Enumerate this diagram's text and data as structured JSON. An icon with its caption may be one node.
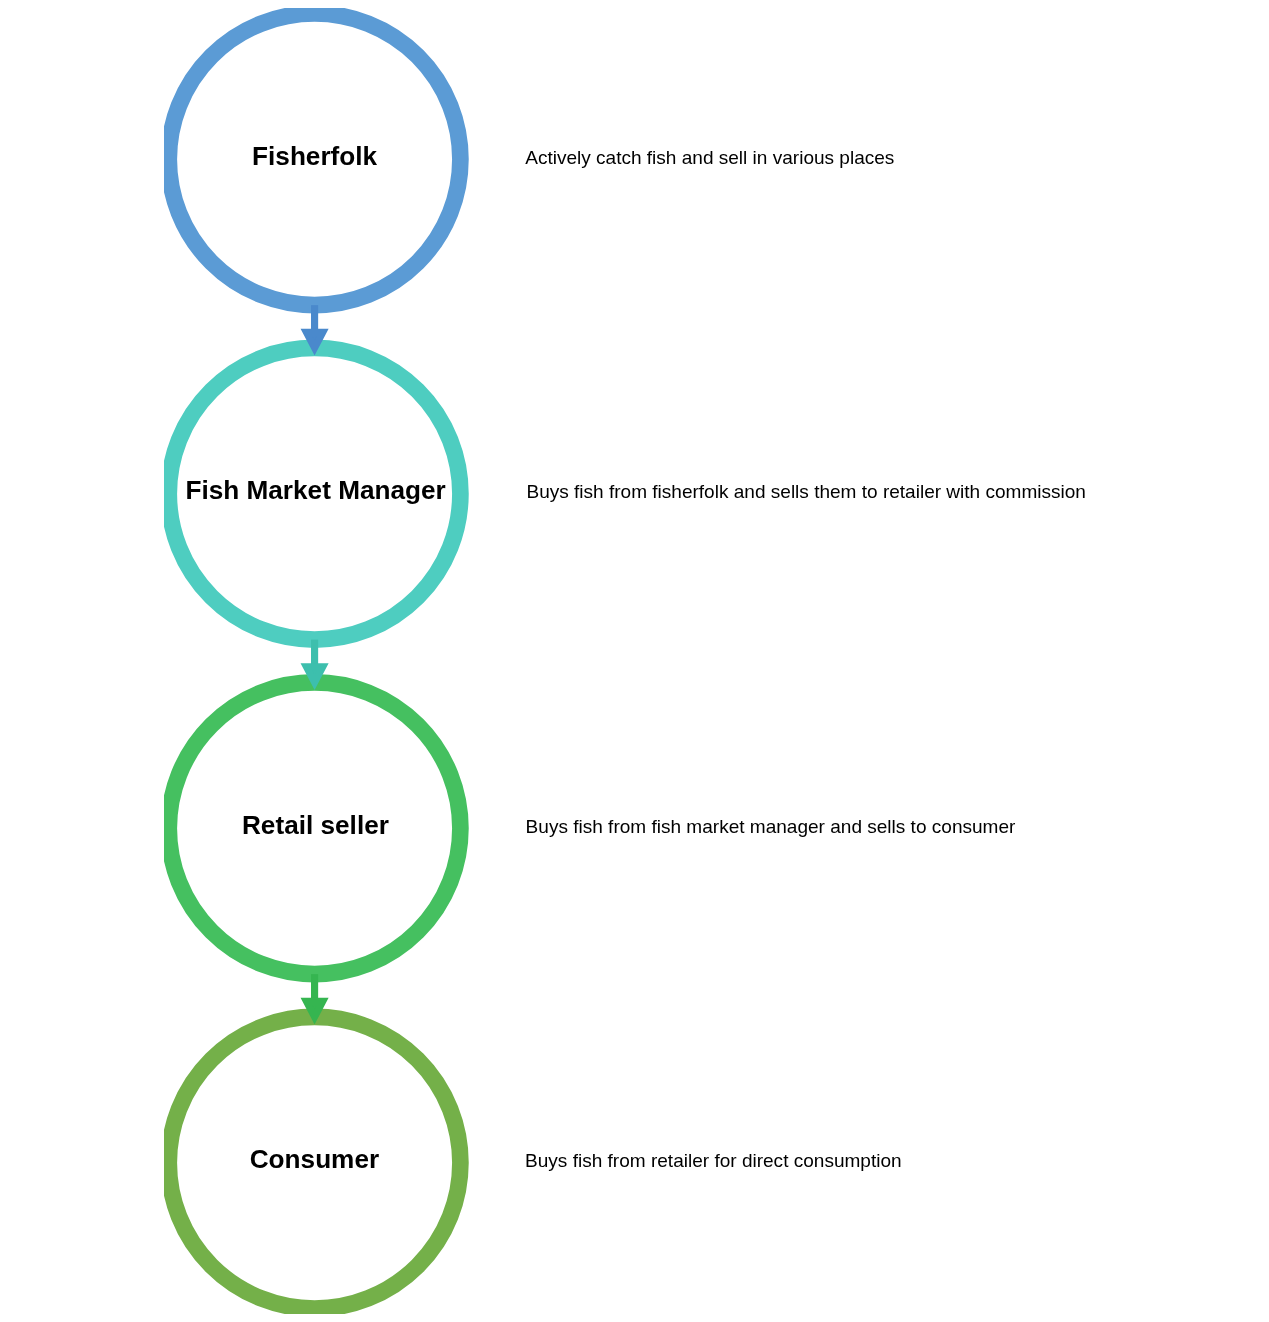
{
  "diagram": {
    "nodes": [
      {
        "text": [
          "Fisherfolk"
        ],
        "beside": [
          "Actively catch fish and sell in various places"
        ]
      },
      {
        "text": [
          "Fish Market Manager"
        ],
        "beside": [
          "Buys fish from fisherfolk and sells them to retailer with commission"
        ]
      },
      {
        "text": [
          "Retail seller"
        ],
        "beside": [
          "Buys fish from fish market manager and sells to consumer"
        ]
      },
      {
        "text": [
          "Consumer"
        ],
        "beside": [
          "Buys fish from retailer for direct consumption"
        ]
      }
    ],
    "edges": [
      {
        "from": 0,
        "to": 1,
        "arrow": "to",
        "color": "#4a89cc"
      },
      {
        "from": 1,
        "to": 2,
        "arrow": "to",
        "color": "#3dbfad"
      },
      {
        "from": 2,
        "to": 3,
        "arrow": "to",
        "color": "#35b550"
      }
    ]
  }
}
